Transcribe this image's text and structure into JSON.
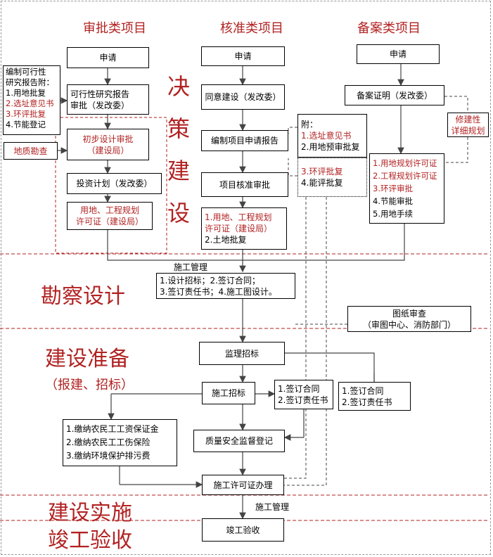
{
  "columns": {
    "approval": "审批类项目",
    "verification": "核准类项目",
    "filing": "备案类项目"
  },
  "phases": {
    "decision": [
      "决",
      "策",
      "建",
      "设"
    ],
    "survey": "勘察设计",
    "preparation": "建设准备",
    "preparation_sub": "（报建、招标）",
    "implementation": "建设实施",
    "acceptance": "竣工验收"
  },
  "left_note": {
    "title1": "编制可行性",
    "title2": "研究报告附：",
    "items": [
      "1.用地批复",
      "2.选址意见书",
      "3.环评批复",
      "4.节能登记"
    ],
    "item_colors": [
      "#000000",
      "#b22222",
      "#b22222",
      "#000000"
    ]
  },
  "approval": {
    "apply": "申请",
    "feasibility": [
      "可行性研究报告",
      "审批（发改委）"
    ],
    "prelim_design": [
      "初步设计审批",
      "（建设局）"
    ],
    "geo_survey": "地质勘查",
    "investment_plan": "投资计划（发改委）",
    "land_permit": [
      "用地、工程规划",
      "许可证（建设局）"
    ]
  },
  "verification": {
    "apply": "申请",
    "agree": "同意建设（发改委）",
    "report": "编制项目申请报告",
    "attach_title": "附：",
    "attach_items": [
      "1.选址意见书",
      "2.用地预审批复"
    ],
    "attach_colors": [
      "#b22222",
      "#000000"
    ],
    "attach2_items": [
      "3.环评批复",
      "4.能评批复"
    ],
    "attach2_colors": [
      "#b22222",
      "#000000"
    ],
    "review": "项目核准审批",
    "permits": [
      "1.用地、工程规划",
      "许可证（建设局）",
      "2.土地批复"
    ],
    "permits_colors": [
      "#b22222",
      "#b22222",
      "#000000"
    ]
  },
  "filing": {
    "apply": "申请",
    "certificate": "备案证明（发改委）",
    "detail_plan": [
      "修建性",
      "详细规划"
    ],
    "items": [
      "1.用地规划许可证",
      "2.工程规划许可证",
      "3.环评审批",
      "4.节能审批",
      "5.用地手续"
    ],
    "item_colors": [
      "#b22222",
      "#b22222",
      "#b22222",
      "#000000",
      "#000000"
    ]
  },
  "construction_mgmt_top": "施工管理",
  "design_tasks": [
    "1.设计招标；2.签订合同；",
    "3.签订责任书；4.施工图设计。"
  ],
  "drawing_review": [
    "图纸审查",
    "（审图中心、消防部门）"
  ],
  "supervision_bid": "监理招标",
  "construction_bid": "施工招标",
  "contract_mid": [
    "1.签订合同",
    "2.签订责任书"
  ],
  "contract_right": [
    "1.签订合同",
    "2.签订责任书"
  ],
  "fees": [
    "1.缴纳农民工工资保证金",
    "2.缴纳农民工工伤保险",
    "3.缴纳环境保护排污费"
  ],
  "quality_reg": "质量安全监督登记",
  "permit_process": "施工许可证办理",
  "construction_mgmt_bottom": "施工管理",
  "completion": "竣工验收"
}
